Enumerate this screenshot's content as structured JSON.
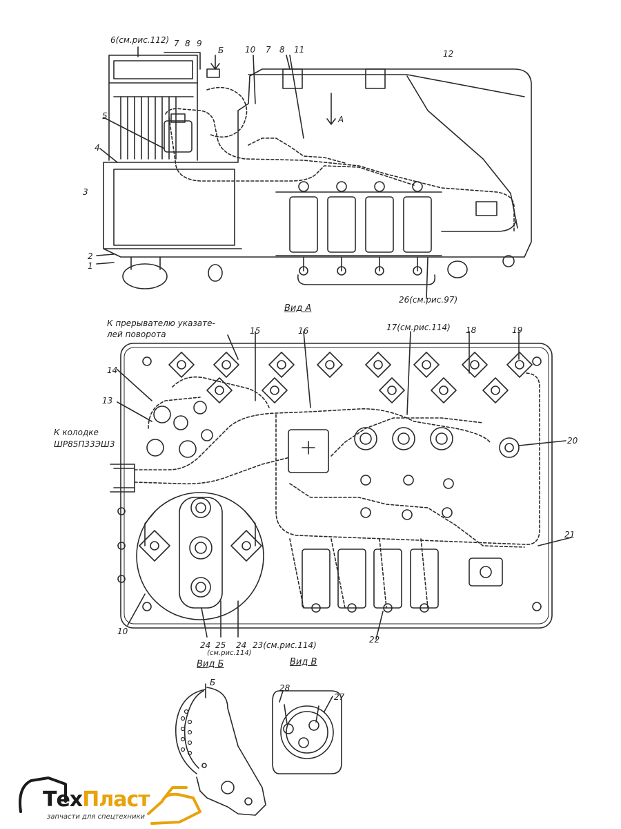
{
  "top_view": {
    "callouts": {
      "c6": "6(см.рис.112)",
      "c7": "7",
      "c8": "8",
      "c9": "9",
      "cB": "Б",
      "c10": "10",
      "c7b": "7",
      "c8b": "8",
      "c11": "11",
      "c12": "12",
      "cA": "А",
      "c5": "5",
      "c4": "4",
      "c3": "3",
      "c2": "2",
      "c1": "1",
      "c26": "26(см.рис.97)"
    }
  },
  "view_a": {
    "title": "Вид А",
    "note_turn": "К прерывателю указате-",
    "note_turn2": "лей поворота",
    "note_connector": "К колодке",
    "note_connector2": "ШР85П33ЭШ3",
    "callouts": {
      "c15": "15",
      "c16": "16",
      "c17": "17(см.рис.114)",
      "c18": "18",
      "c19": "19",
      "c14": "14",
      "c13": "13",
      "c20": "20",
      "c21": "21",
      "c22": "22",
      "c10": "10",
      "c24a": "24",
      "c25": "25",
      "c24b": "24",
      "c23": "23(см.рис.114)",
      "c_see": "(см.рис.114)"
    }
  },
  "view_b": {
    "title": "Вид Б",
    "callout": "Б"
  },
  "view_v": {
    "title": "Вид В",
    "c28": "28",
    "c27": "27"
  },
  "logo": {
    "name_part1": "Тех",
    "name_part2": "Пласт",
    "tagline": "запчасти для спецтехники",
    "colors": {
      "dark": "#1b1b1b",
      "accent": "#e8a20c"
    }
  }
}
